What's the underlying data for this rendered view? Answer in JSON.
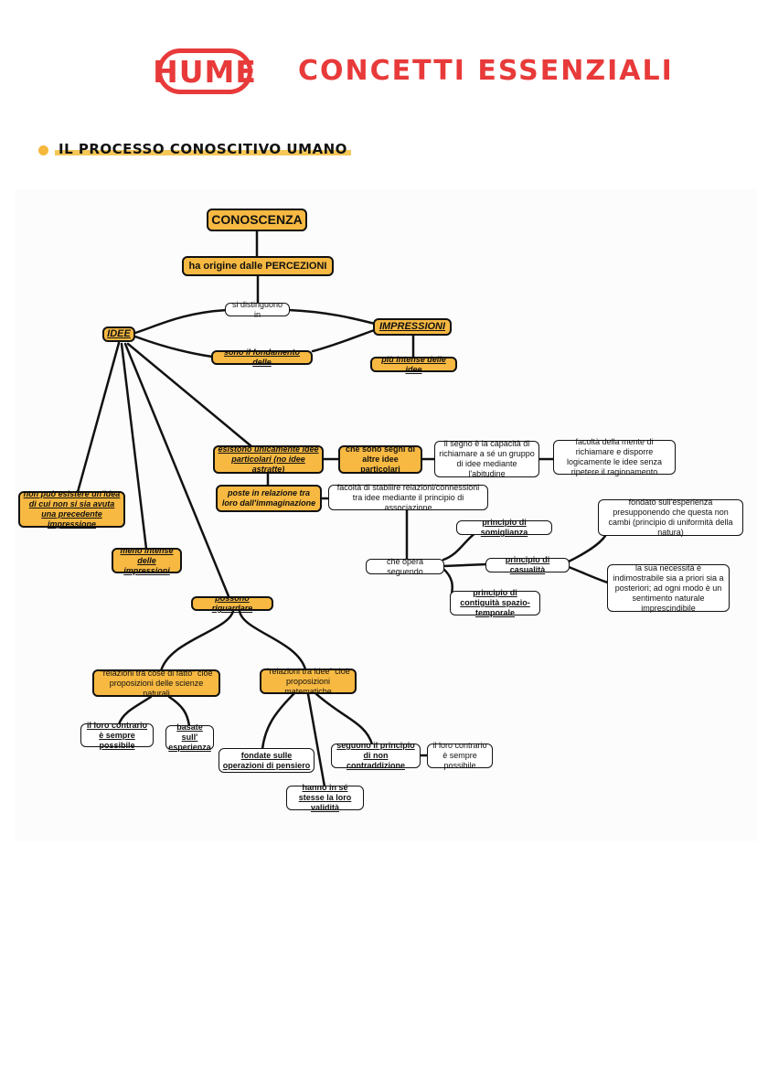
{
  "header": {
    "title": "HUME",
    "subtitle": "CONCETTI ESSENZIALI",
    "section": "IL PROCESSO CONOSCITIVO UMANO"
  },
  "nodes": {
    "conoscenza": "CONOSCENZA",
    "origine": "ha origine dalle PERCEZIONI",
    "distinguono": "si distinguono in",
    "idee": "IDEE",
    "impressioni": "IMPRESSIONI",
    "fondamento": "sono il fondamento delle",
    "intense": "più intense delle idee",
    "esistono": "esistono unicamente idee particolari (no idee astratte)",
    "segni": "che sono segni di altre idee particolari",
    "segno": "il segno è la capacità di richiamare a sé un gruppo di idee mediante l'abitudine",
    "facolta_mente": "facoltà della mente di richiamare e disporre logicamente le idee senza ripetere il ragionamento",
    "non_puo": "non può esistere un'idea di cui non si sia avuta una precedente impressione",
    "poste": "poste in relazione tra loro dall'immaginazione",
    "facolta_relazioni": "facoltà di stabilire relazioni/connessioni tra idee mediante il principio di associazione",
    "meno_intense": "meno intense delle impressioni",
    "somiglianza": "principio di somiglianza",
    "opera": "che opera seguendo",
    "casualita": "principio di casualità",
    "contiguita": "principio di contiguità spazio-temporale",
    "fondato": "fondato sull'esperienza presupponendo che questa non cambi (principio di uniformità della natura)",
    "necessita": "la sua necessità è indimostrabile sia a priori sia a posteriori; ad ogni modo è un sentimento naturale imprescindibile",
    "riguardare": "possono riguardare",
    "fatto": "\"relazioni tra cose di fatto\" cioè proposizioni delle scienze naturali",
    "idee_rel": "\"relazioni tra idee\" cioè proposizioni matematiche",
    "contrario1": "il loro contrario è sempre possibile",
    "basate": "basate sull' esperienza",
    "fondate": "fondate sulle operazioni di pensiero",
    "seguono": "seguono il principio di non contraddizione",
    "contrario2": "il loro contrario è sempre possibile",
    "hanno": "hanno in sé stesse la loro validità"
  }
}
